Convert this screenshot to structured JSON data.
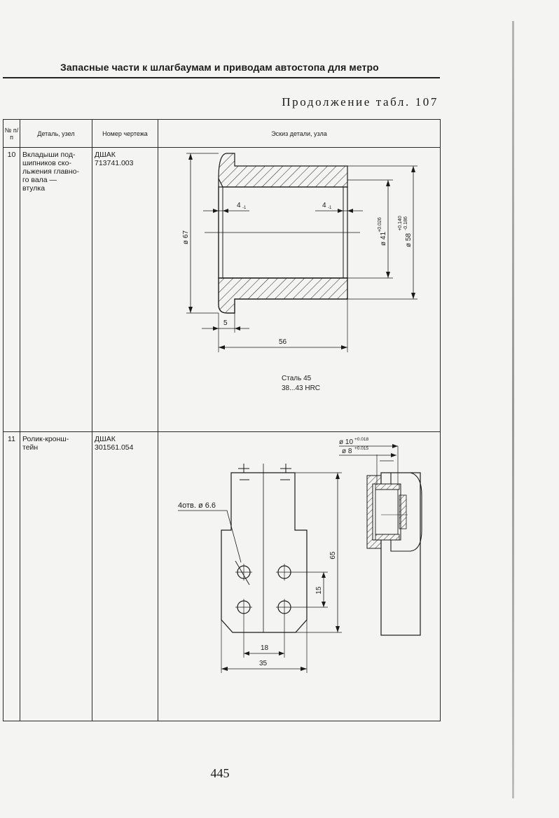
{
  "header": {
    "running_title": "Запасные части к шлагбаумам и приводам автостопа для метро",
    "table_continuation": "Продолжение табл. 107"
  },
  "table": {
    "columns": [
      "№ п/п",
      "Деталь, узел",
      "Номер чертежа",
      "Эскиз детали, узла"
    ],
    "rows": [
      {
        "num": "10",
        "part": "Вкладыши под-\nшипников ско-\nльжения главно-\nго вала —\nвтулка",
        "drawing_number": "ДШАК\n713741.003",
        "sketch": {
          "dim_outer_diameter": "ø 67",
          "dim_bore": "ø 41",
          "dim_bore_tol": "+0.026",
          "dim_seat": "ø 58",
          "dim_seat_tol_upper": "+0.140",
          "dim_seat_tol_lower": "-0.186",
          "dim_chamfer_left": "4",
          "dim_chamfer_left_tol": "-1",
          "dim_chamfer_right": "4",
          "dim_chamfer_right_tol": "-1",
          "dim_flange": "5",
          "dim_length": "56",
          "material_line1": "Сталь 45",
          "material_line2": "38...43 HRC"
        }
      },
      {
        "num": "11",
        "part": "Ролик-кронш-\nтейн",
        "drawing_number": "ДШАК\n301561.054",
        "sketch": {
          "dim_diameter_10": "ø 10",
          "dim_diameter_10_tol": "+0.018",
          "dim_diameter_8": "ø 8",
          "dim_diameter_8_tol": "+0.015",
          "holes_label": "4отв. ø 6.6",
          "dim_height": "65",
          "dim_hole_pitch_v": "15",
          "dim_hole_pitch_h": "18",
          "dim_width": "35"
        }
      }
    ]
  },
  "footer": {
    "page_number": "445"
  }
}
